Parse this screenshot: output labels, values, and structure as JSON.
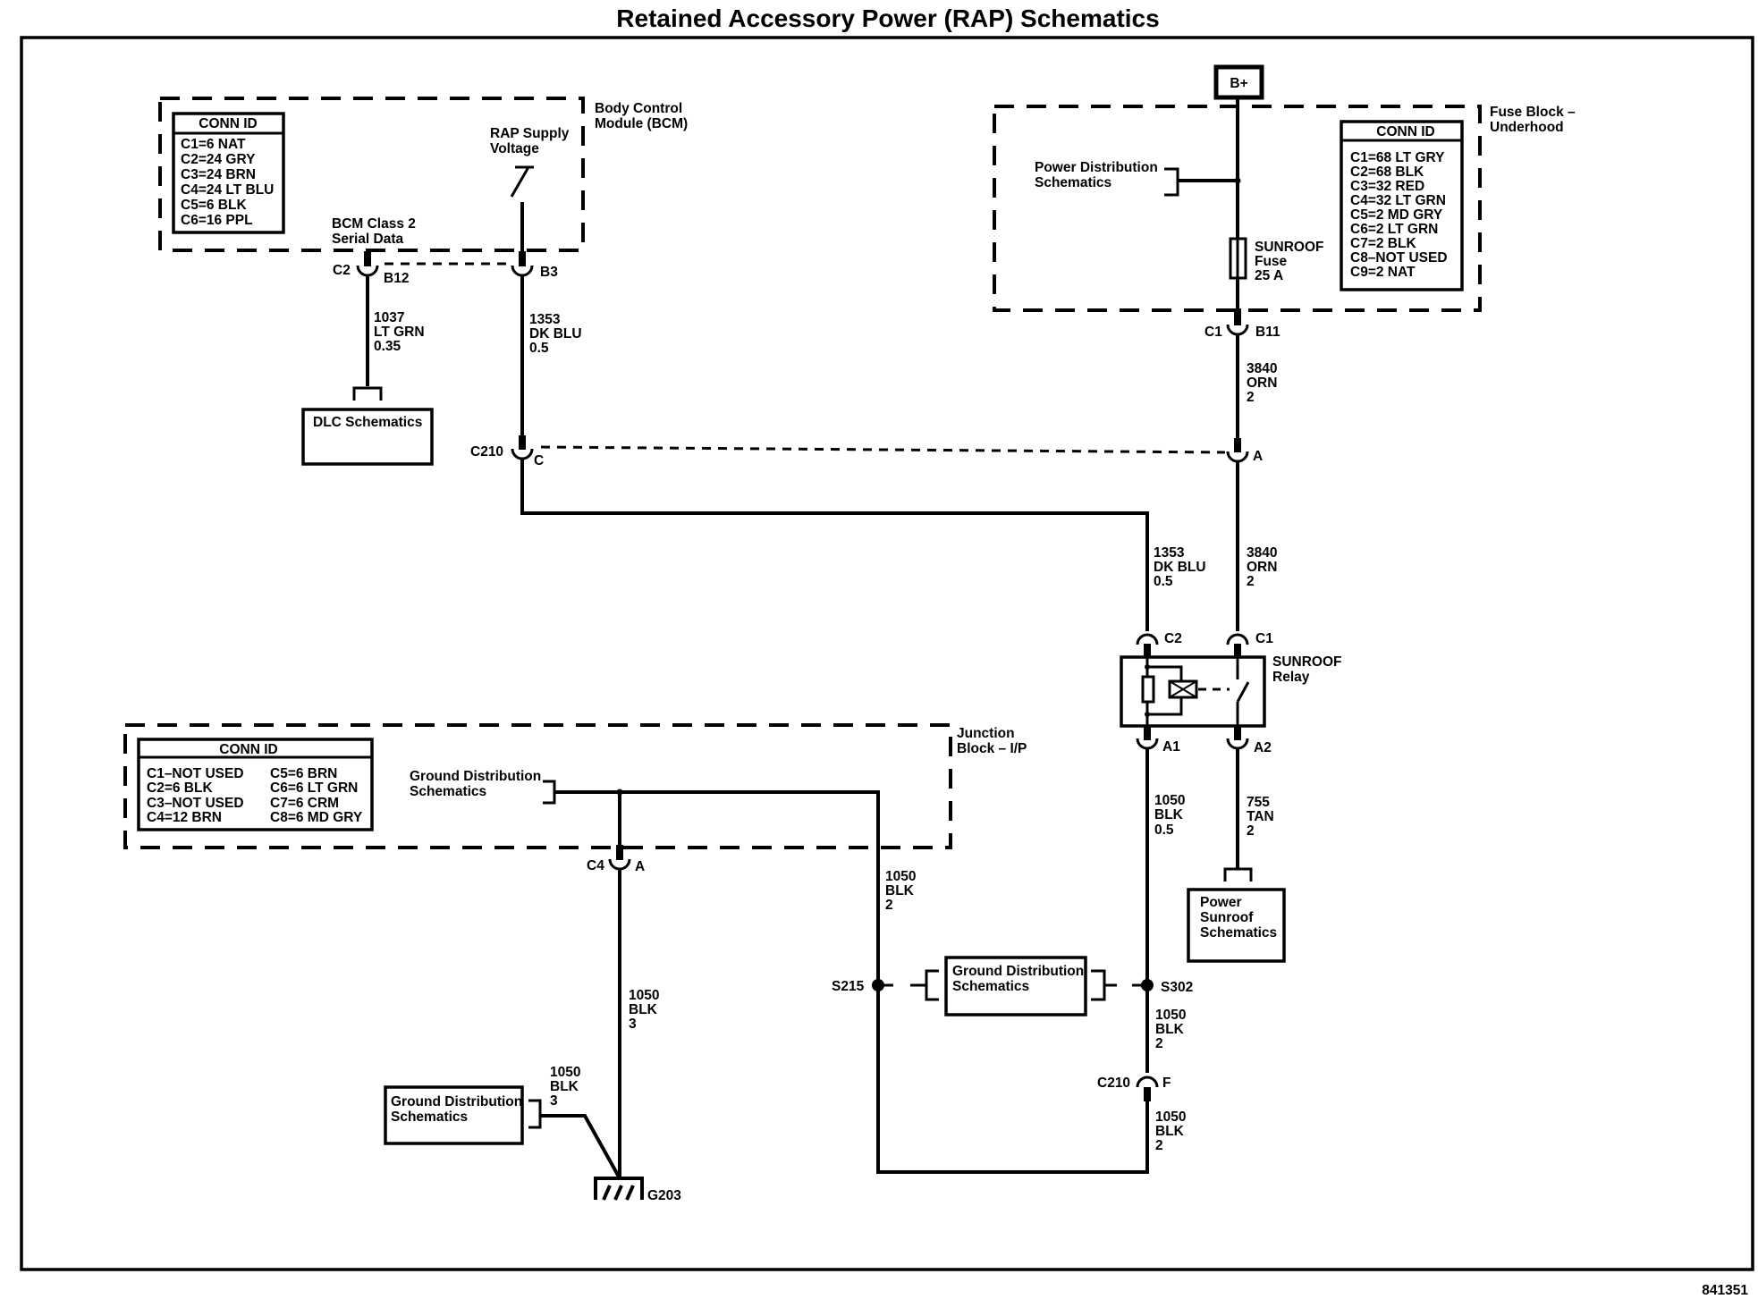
{
  "title": "Retained Accessory Power (RAP) Schematics",
  "figure_id": "841351",
  "bcm": {
    "label_line1": "Body Control",
    "label_line2": "Module (BCM)",
    "conn_id": {
      "header": "CONN ID",
      "rows": [
        "C1=6 NAT",
        "C2=24 GRY",
        "C3=24 BRN",
        "C4=24 LT BLU",
        "C5=6 BLK",
        "C6=16 PPL"
      ]
    },
    "rap_supply_line1": "RAP Supply",
    "rap_supply_line2": "Voltage",
    "serial_line1": "BCM Class 2",
    "serial_line2": "Serial Data",
    "conn_c2": "C2",
    "pin_b12": "B12",
    "pin_b3": "B3"
  },
  "wires": {
    "w1037": [
      "1037",
      "LT GRN",
      "0.35"
    ],
    "w1353_top": [
      "1353",
      "DK BLU",
      "0.5"
    ],
    "w1353_relay": [
      "1353",
      "DK BLU",
      "0.5"
    ],
    "w3840_top": [
      "3840",
      "ORN",
      "2"
    ],
    "w3840_relay": [
      "3840",
      "ORN",
      "2"
    ],
    "w1050_a1": [
      "1050",
      "BLK",
      "0.5"
    ],
    "w755": [
      "755",
      "TAN",
      "2"
    ],
    "w1050_jb": [
      "1050",
      "BLK",
      "2"
    ],
    "w1050_c4": [
      "1050",
      "BLK",
      "3"
    ],
    "w1050_g203": [
      "1050",
      "BLK",
      "3"
    ],
    "w1050_s302": [
      "1050",
      "BLK",
      "2"
    ],
    "w1050_c210f": [
      "1050",
      "BLK",
      "2"
    ]
  },
  "dlc_box": "DLC Schematics",
  "c210": {
    "name": "C210",
    "pin_c": "C",
    "pin_a": "A",
    "pin_f": "F"
  },
  "fuse_block": {
    "label_line1": "Fuse Block –",
    "label_line2": "Underhood",
    "b_plus": "B+",
    "power_dist_line1": "Power Distribution",
    "power_dist_line2": "Schematics",
    "fuse_line1": "SUNROOF",
    "fuse_line2": "Fuse",
    "fuse_line3": "25 A",
    "conn_id": {
      "header": "CONN ID",
      "rows": [
        "C1=68 LT GRY",
        "C2=68 BLK",
        "C3=32 RED",
        "C4=32 LT GRN",
        "C5=2 MD GRY",
        "C6=2 LT GRN",
        "C7=2 BLK",
        "C8–NOT USED",
        "C9=2 NAT"
      ]
    },
    "conn_c1": "C1",
    "pin_b11": "B11"
  },
  "relay": {
    "label_line1": "SUNROOF",
    "label_line2": "Relay",
    "pin_c2": "C2",
    "pin_c1": "C1",
    "pin_a1": "A1",
    "pin_a2": "A2"
  },
  "power_sunroof": [
    "Power",
    "Sunroof",
    "Schematics"
  ],
  "junction_block": {
    "label_line1": "Junction",
    "label_line2": "Block – I/P",
    "conn_id": {
      "header": "CONN ID",
      "col1": [
        "C1–NOT USED",
        "C2=6 BLK",
        "C3–NOT USED",
        "C4=12 BRN"
      ],
      "col2": [
        "C5=6 BRN",
        "C6=6 LT GRN",
        "C7=6 CRM",
        "C8=6 MD GRY"
      ]
    },
    "ground_dist_line1": "Ground Distribution",
    "ground_dist_line2": "Schematics",
    "conn_c4": "C4",
    "pin_a": "A"
  },
  "splices": {
    "s215": "S215",
    "s302": "S302"
  },
  "ground_dist_center": [
    "Ground Distribution",
    "Schematics"
  ],
  "ground_dist_left": [
    "Ground Distribution",
    "Schematics"
  ],
  "ground": "G203"
}
